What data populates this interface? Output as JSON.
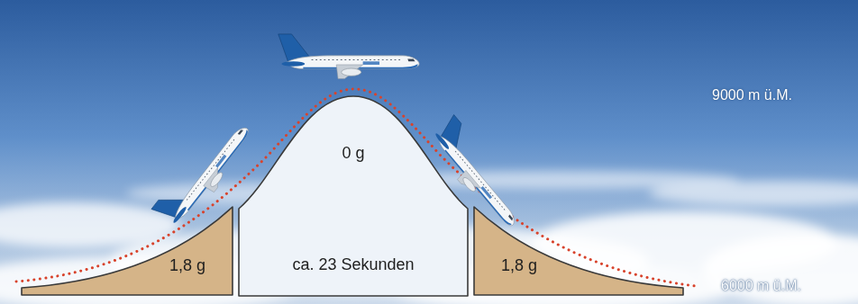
{
  "diagram": {
    "nodes": [
      {
        "text": [
          "1,8 g"
        ]
      },
      {
        "text": [
          "0 g",
          "ca. 23 Sekunden"
        ]
      },
      {
        "text": [
          "1,8 g"
        ]
      }
    ],
    "labels": [
      "9000 m ü.M.",
      "6000 m ü.M."
    ]
  }
}
